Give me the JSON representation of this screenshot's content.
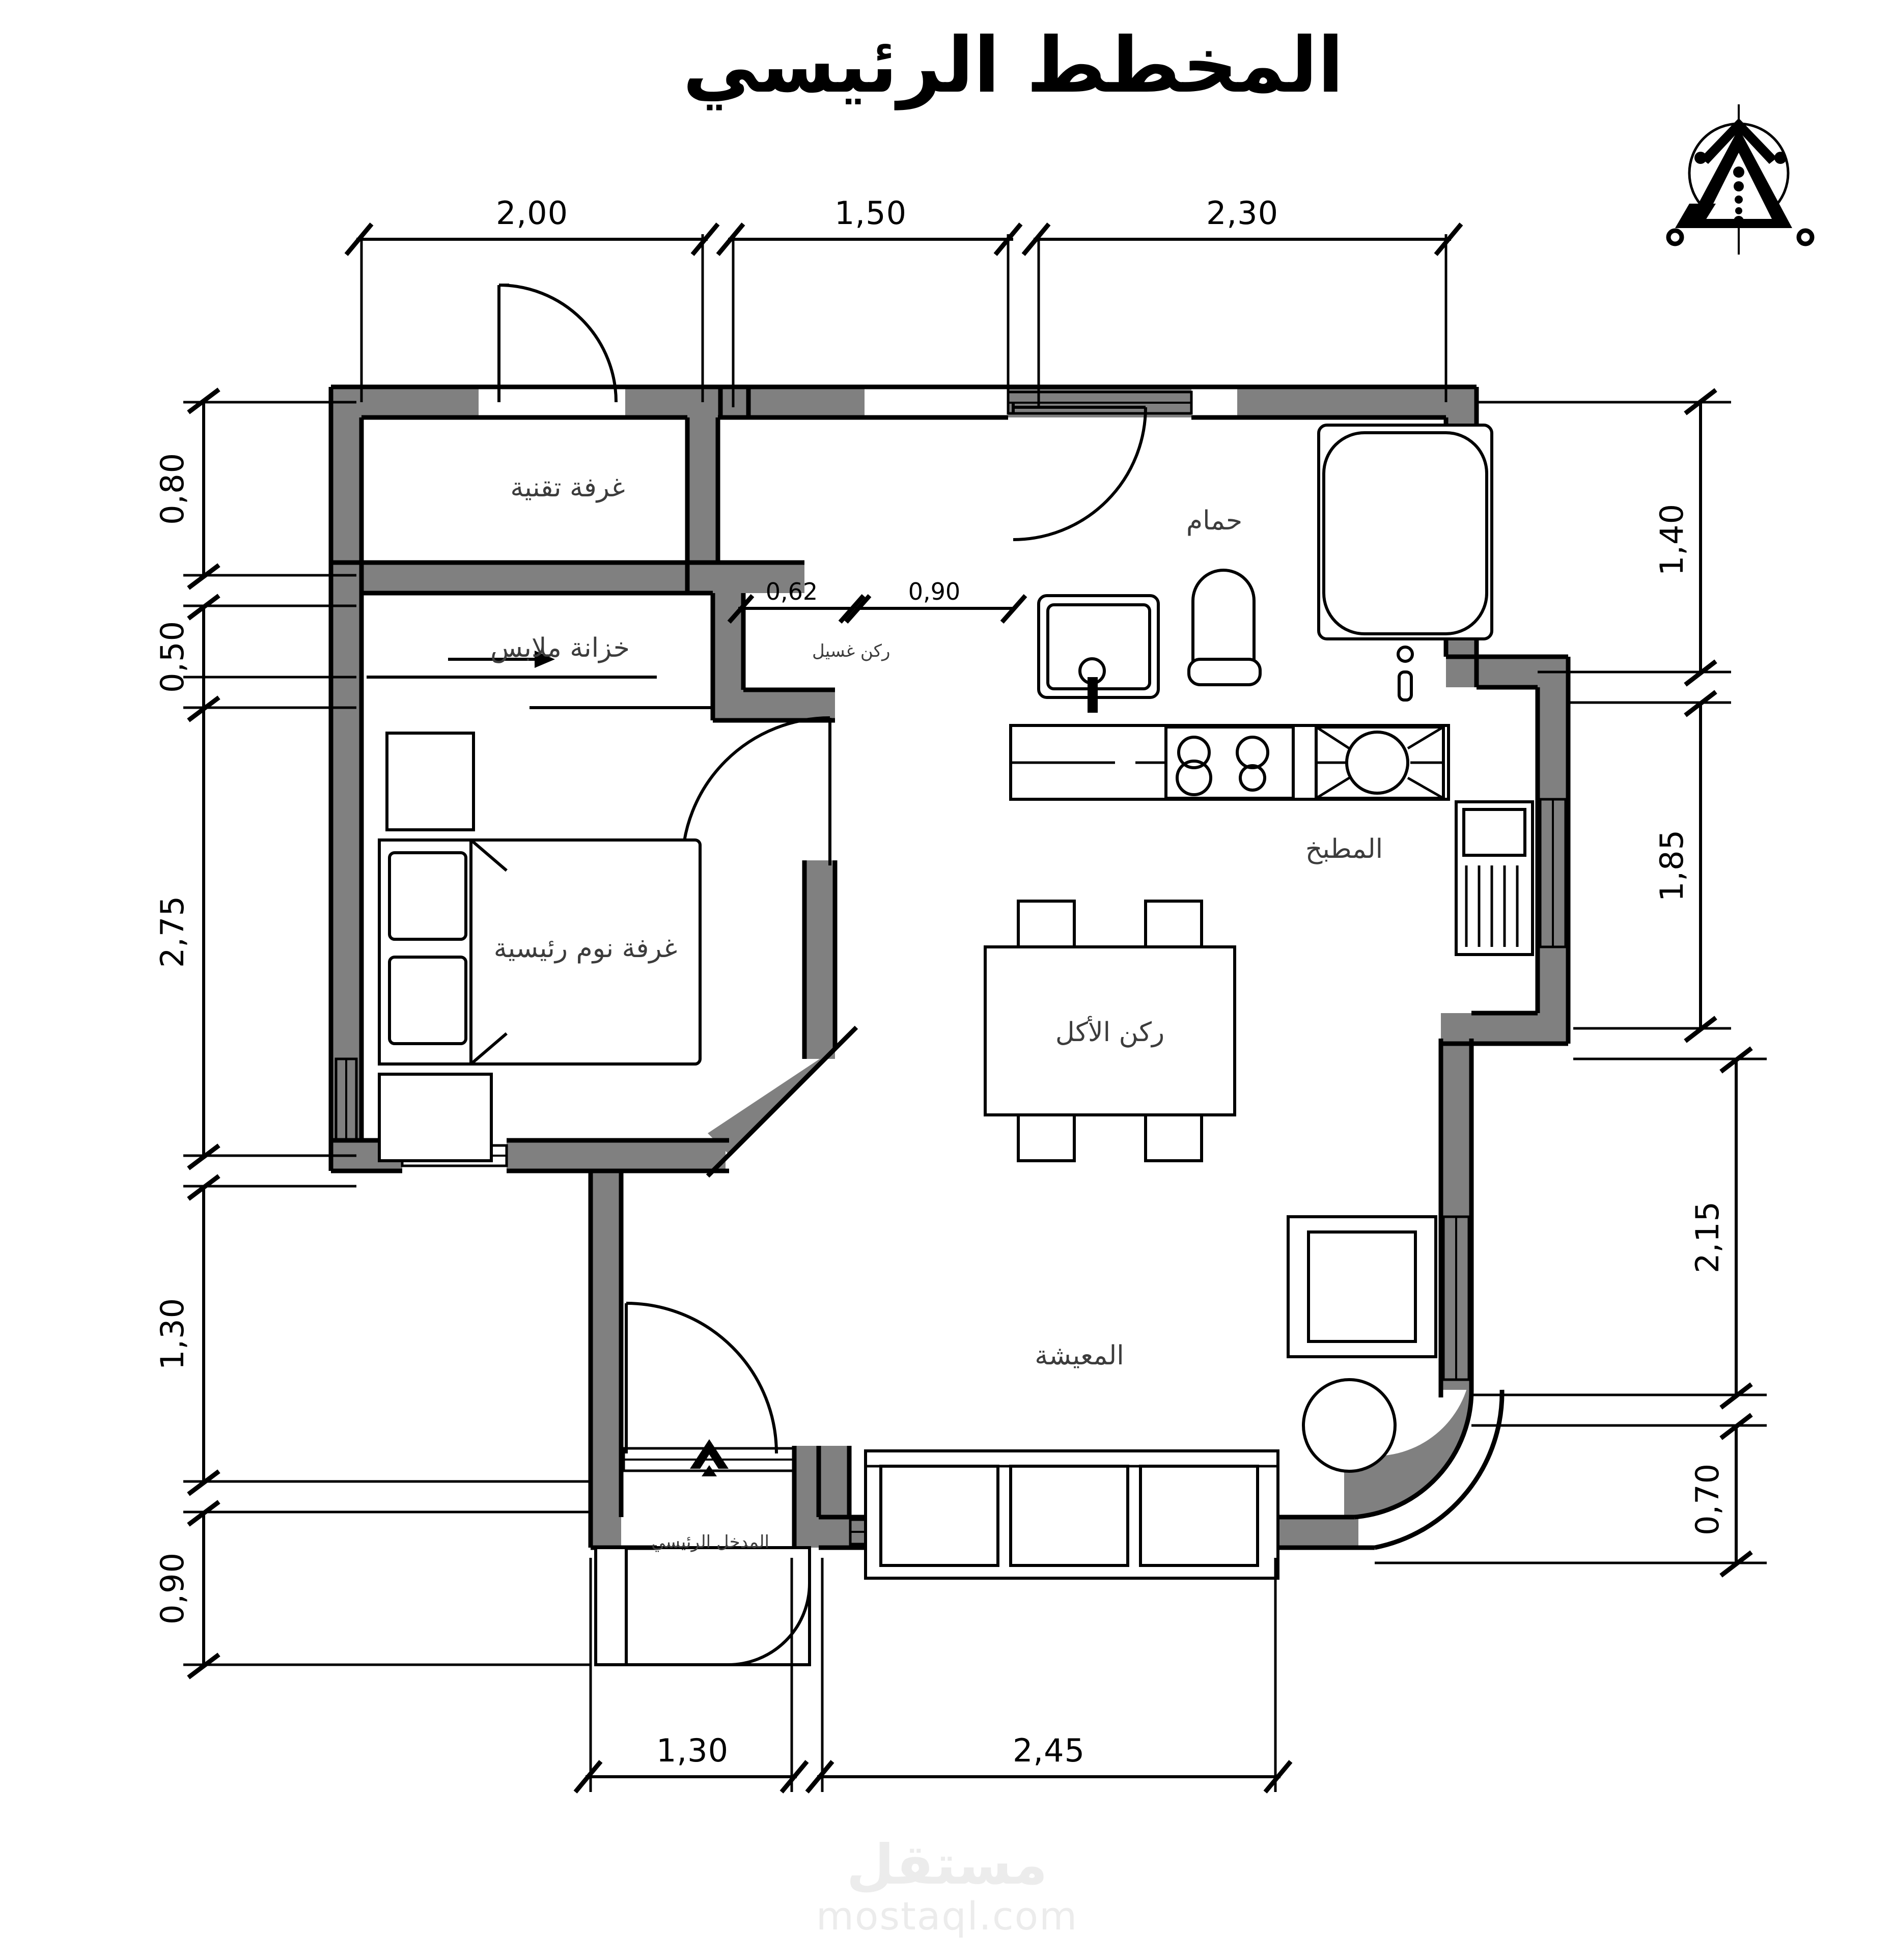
{
  "title": "المخطط الرئيسي",
  "north_arrow": {
    "name": "north-arrow-compass"
  },
  "rooms": [
    {
      "key": "technical",
      "label": "غرفة تقنية"
    },
    {
      "key": "wardrobe",
      "label": "خزانة ملابس"
    },
    {
      "key": "laundry",
      "label": "ركن غسيل"
    },
    {
      "key": "bathroom",
      "label": "حمام"
    },
    {
      "key": "kitchen",
      "label": "المطبخ"
    },
    {
      "key": "dining",
      "label": "ركن الأكل"
    },
    {
      "key": "bedroom",
      "label": "غرفة نوم رئيسية"
    },
    {
      "key": "living",
      "label": "المعيشة"
    },
    {
      "key": "entrance",
      "label": "المدخل الرئيسي"
    }
  ],
  "dimensions": {
    "top": [
      {
        "value": "2,00"
      },
      {
        "value": "1,50"
      },
      {
        "value": "2,30"
      }
    ],
    "left": [
      {
        "value": "0,80"
      },
      {
        "value": "0,50"
      },
      {
        "value": "2,75"
      },
      {
        "value": "1,30"
      },
      {
        "value": "0,90"
      }
    ],
    "right": [
      {
        "value": "1,40"
      },
      {
        "value": "1,85"
      },
      {
        "value": "2,15"
      },
      {
        "value": "0,70"
      }
    ],
    "bottom": [
      {
        "value": "1,30"
      },
      {
        "value": "2,45"
      }
    ],
    "interior": [
      {
        "value": "0,62"
      },
      {
        "value": "0,90"
      }
    ]
  },
  "watermark": {
    "arabic": "مستقل",
    "domain": "mostaql.com"
  },
  "colors": {
    "wall_fill": "#808080",
    "line": "#000000",
    "label_text": "#3c3c3c",
    "watermark": "#ececec",
    "background": "#ffffff"
  }
}
